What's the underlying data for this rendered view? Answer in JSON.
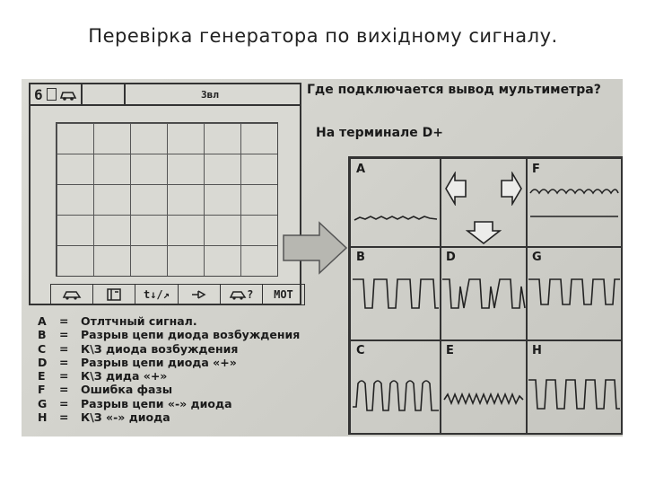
{
  "slide_title": "Перевірка генератора по вихідному сигналу.",
  "scope": {
    "header_number": "6",
    "header_value": "3вл",
    "footer_buttons": [
      "",
      "",
      "t↓/↗",
      "",
      "?",
      "MOT"
    ]
  },
  "question": "Где подключается вывод мультиметра?",
  "answer": "На терминале D+",
  "cells": [
    {
      "id": "A"
    },
    {
      "id": "F"
    },
    {
      "id": "B"
    },
    {
      "id": "D"
    },
    {
      "id": "G"
    },
    {
      "id": "C"
    },
    {
      "id": "E"
    },
    {
      "id": "H"
    }
  ],
  "legend": [
    {
      "key": "A",
      "text": "Отлтчный сигнал."
    },
    {
      "key": "B",
      "text": "Разрыв цепи диода возбуждения"
    },
    {
      "key": "C",
      "text": "К\\З диода возбуждения"
    },
    {
      "key": "D",
      "text": "Разрыв цепи диода «+»"
    },
    {
      "key": "E",
      "text": "К\\З дида «+»"
    },
    {
      "key": "F",
      "text": "Ошибка фазы"
    },
    {
      "key": "G",
      "text": "Разрыв цепи «-» диода"
    },
    {
      "key": "H",
      "text": "К\\З «-» диода"
    }
  ],
  "legend_sep": "=",
  "colors": {
    "line": "#222222",
    "paper": "#d6d6d0",
    "text": "#1b1b1b"
  },
  "icons": [
    "car-icon",
    "multimeter-icon",
    "pointer-icon",
    "car-icon",
    "arrow-right-icon",
    "arrow-left-icon",
    "arrow-down-icon"
  ]
}
